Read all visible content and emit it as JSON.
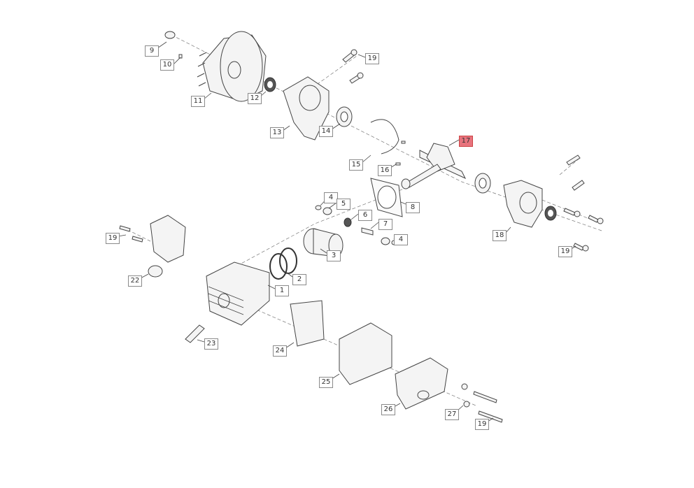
{
  "diagram": {
    "title": "Engine exploded parts view",
    "highlight_color": "#e8737d",
    "callouts": [
      {
        "id": "c9",
        "label": "9"
      },
      {
        "id": "c10",
        "label": "10"
      },
      {
        "id": "c19a",
        "label": "19"
      },
      {
        "id": "c11",
        "label": "11"
      },
      {
        "id": "c12",
        "label": "12"
      },
      {
        "id": "c13",
        "label": "13"
      },
      {
        "id": "c14",
        "label": "14"
      },
      {
        "id": "c15",
        "label": "15"
      },
      {
        "id": "c16",
        "label": "16"
      },
      {
        "id": "c17",
        "label": "17",
        "highlighted": true
      },
      {
        "id": "c8",
        "label": "8"
      },
      {
        "id": "c4a",
        "label": "4"
      },
      {
        "id": "c5",
        "label": "5"
      },
      {
        "id": "c6",
        "label": "6"
      },
      {
        "id": "c7",
        "label": "7"
      },
      {
        "id": "c4b",
        "label": "4"
      },
      {
        "id": "c3",
        "label": "3"
      },
      {
        "id": "c2",
        "label": "2"
      },
      {
        "id": "c1",
        "label": "1"
      },
      {
        "id": "c19b",
        "label": "19"
      },
      {
        "id": "c22",
        "label": "22"
      },
      {
        "id": "c18",
        "label": "18"
      },
      {
        "id": "c19c",
        "label": "19"
      },
      {
        "id": "c23",
        "label": "23"
      },
      {
        "id": "c24",
        "label": "24"
      },
      {
        "id": "c25",
        "label": "25"
      },
      {
        "id": "c26",
        "label": "26"
      },
      {
        "id": "c27",
        "label": "27"
      },
      {
        "id": "c19d",
        "label": "19"
      }
    ]
  }
}
